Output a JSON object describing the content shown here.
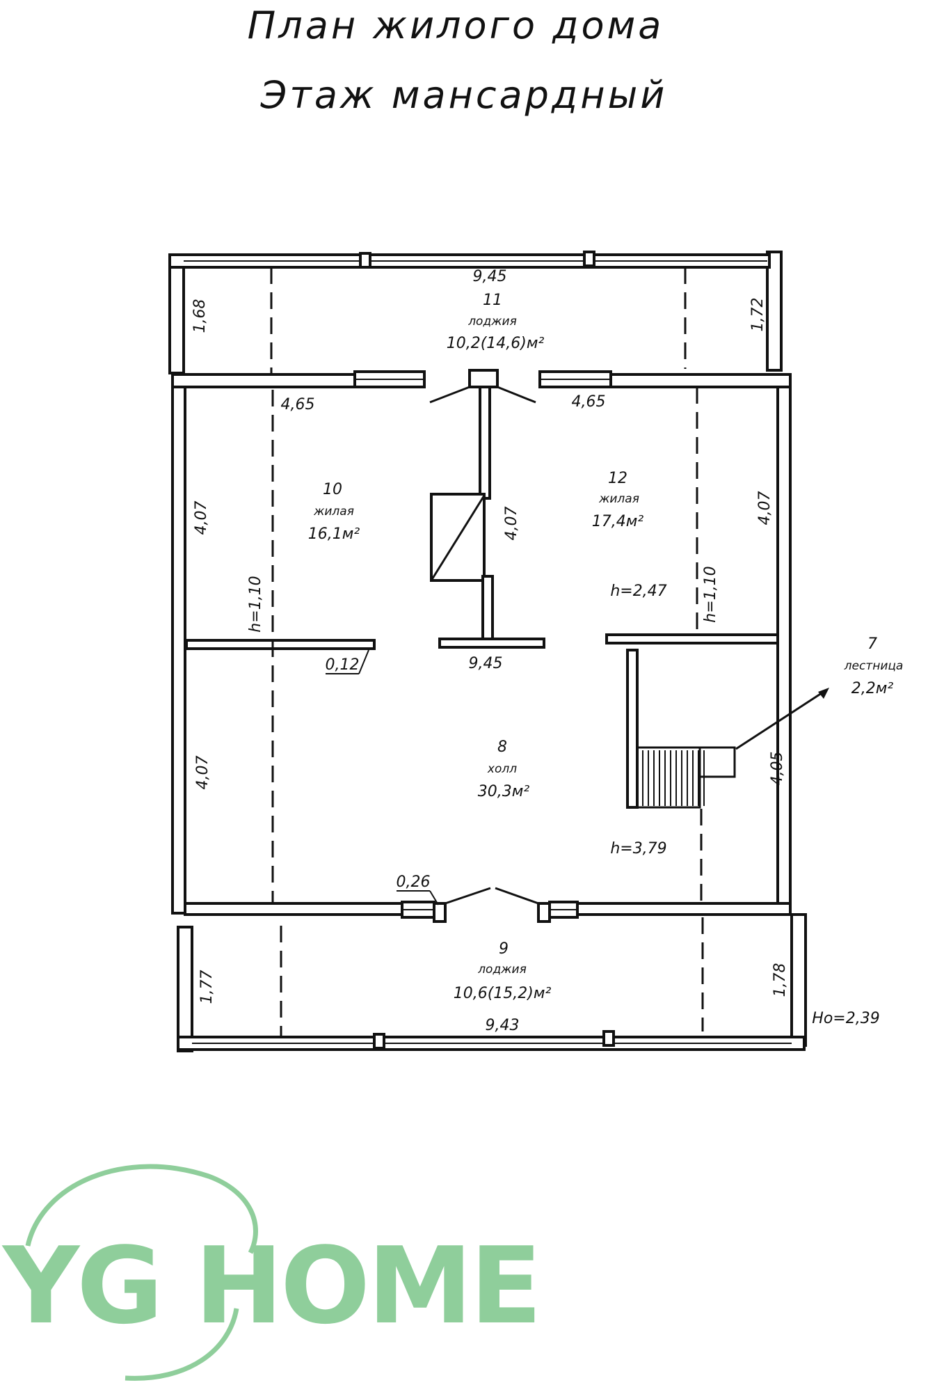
{
  "title": {
    "line1": "План жилого дома",
    "line2": "Этаж мансардный"
  },
  "rooms": {
    "r11": {
      "num": "11",
      "name": "лоджия",
      "area": "10,2(14,6)м²"
    },
    "r10": {
      "num": "10",
      "name": "жилая",
      "area": "16,1м²"
    },
    "r12": {
      "num": "12",
      "name": "жилая",
      "area": "17,4м²"
    },
    "r8": {
      "num": "8",
      "name": "холл",
      "area": "30,3м²"
    },
    "r9": {
      "num": "9",
      "name": "лоджия",
      "area": "10,6(15,2)м²"
    },
    "r7": {
      "num": "7",
      "name": "лестница",
      "area": "2,2м²"
    }
  },
  "dimensions": {
    "top_width": "9,45",
    "top_left_depth": "1,68",
    "top_right_depth": "1,72",
    "left_room_width": "4,65",
    "right_room_width": "4,65",
    "room10_height": "4,07",
    "room12_height": "4,07",
    "center_partition": "4,07",
    "mid_width": "9,45",
    "hall_height": "4,07",
    "stair_height": "4,05",
    "h_left": "h=1,10",
    "h_right": "h=1,10",
    "h_room12": "h=2,47",
    "h_hall": "h=3,79",
    "wall_thickness_1": "0,12",
    "wall_thickness_2": "0,26",
    "bottom_left_depth": "1,77",
    "bottom_right_depth": "1,78",
    "bottom_width": "9,43",
    "ho": "Hо=2,39"
  },
  "logo": {
    "text": "YG HOME"
  },
  "colors": {
    "logo": "#8fce9b",
    "lines": "#111111"
  }
}
